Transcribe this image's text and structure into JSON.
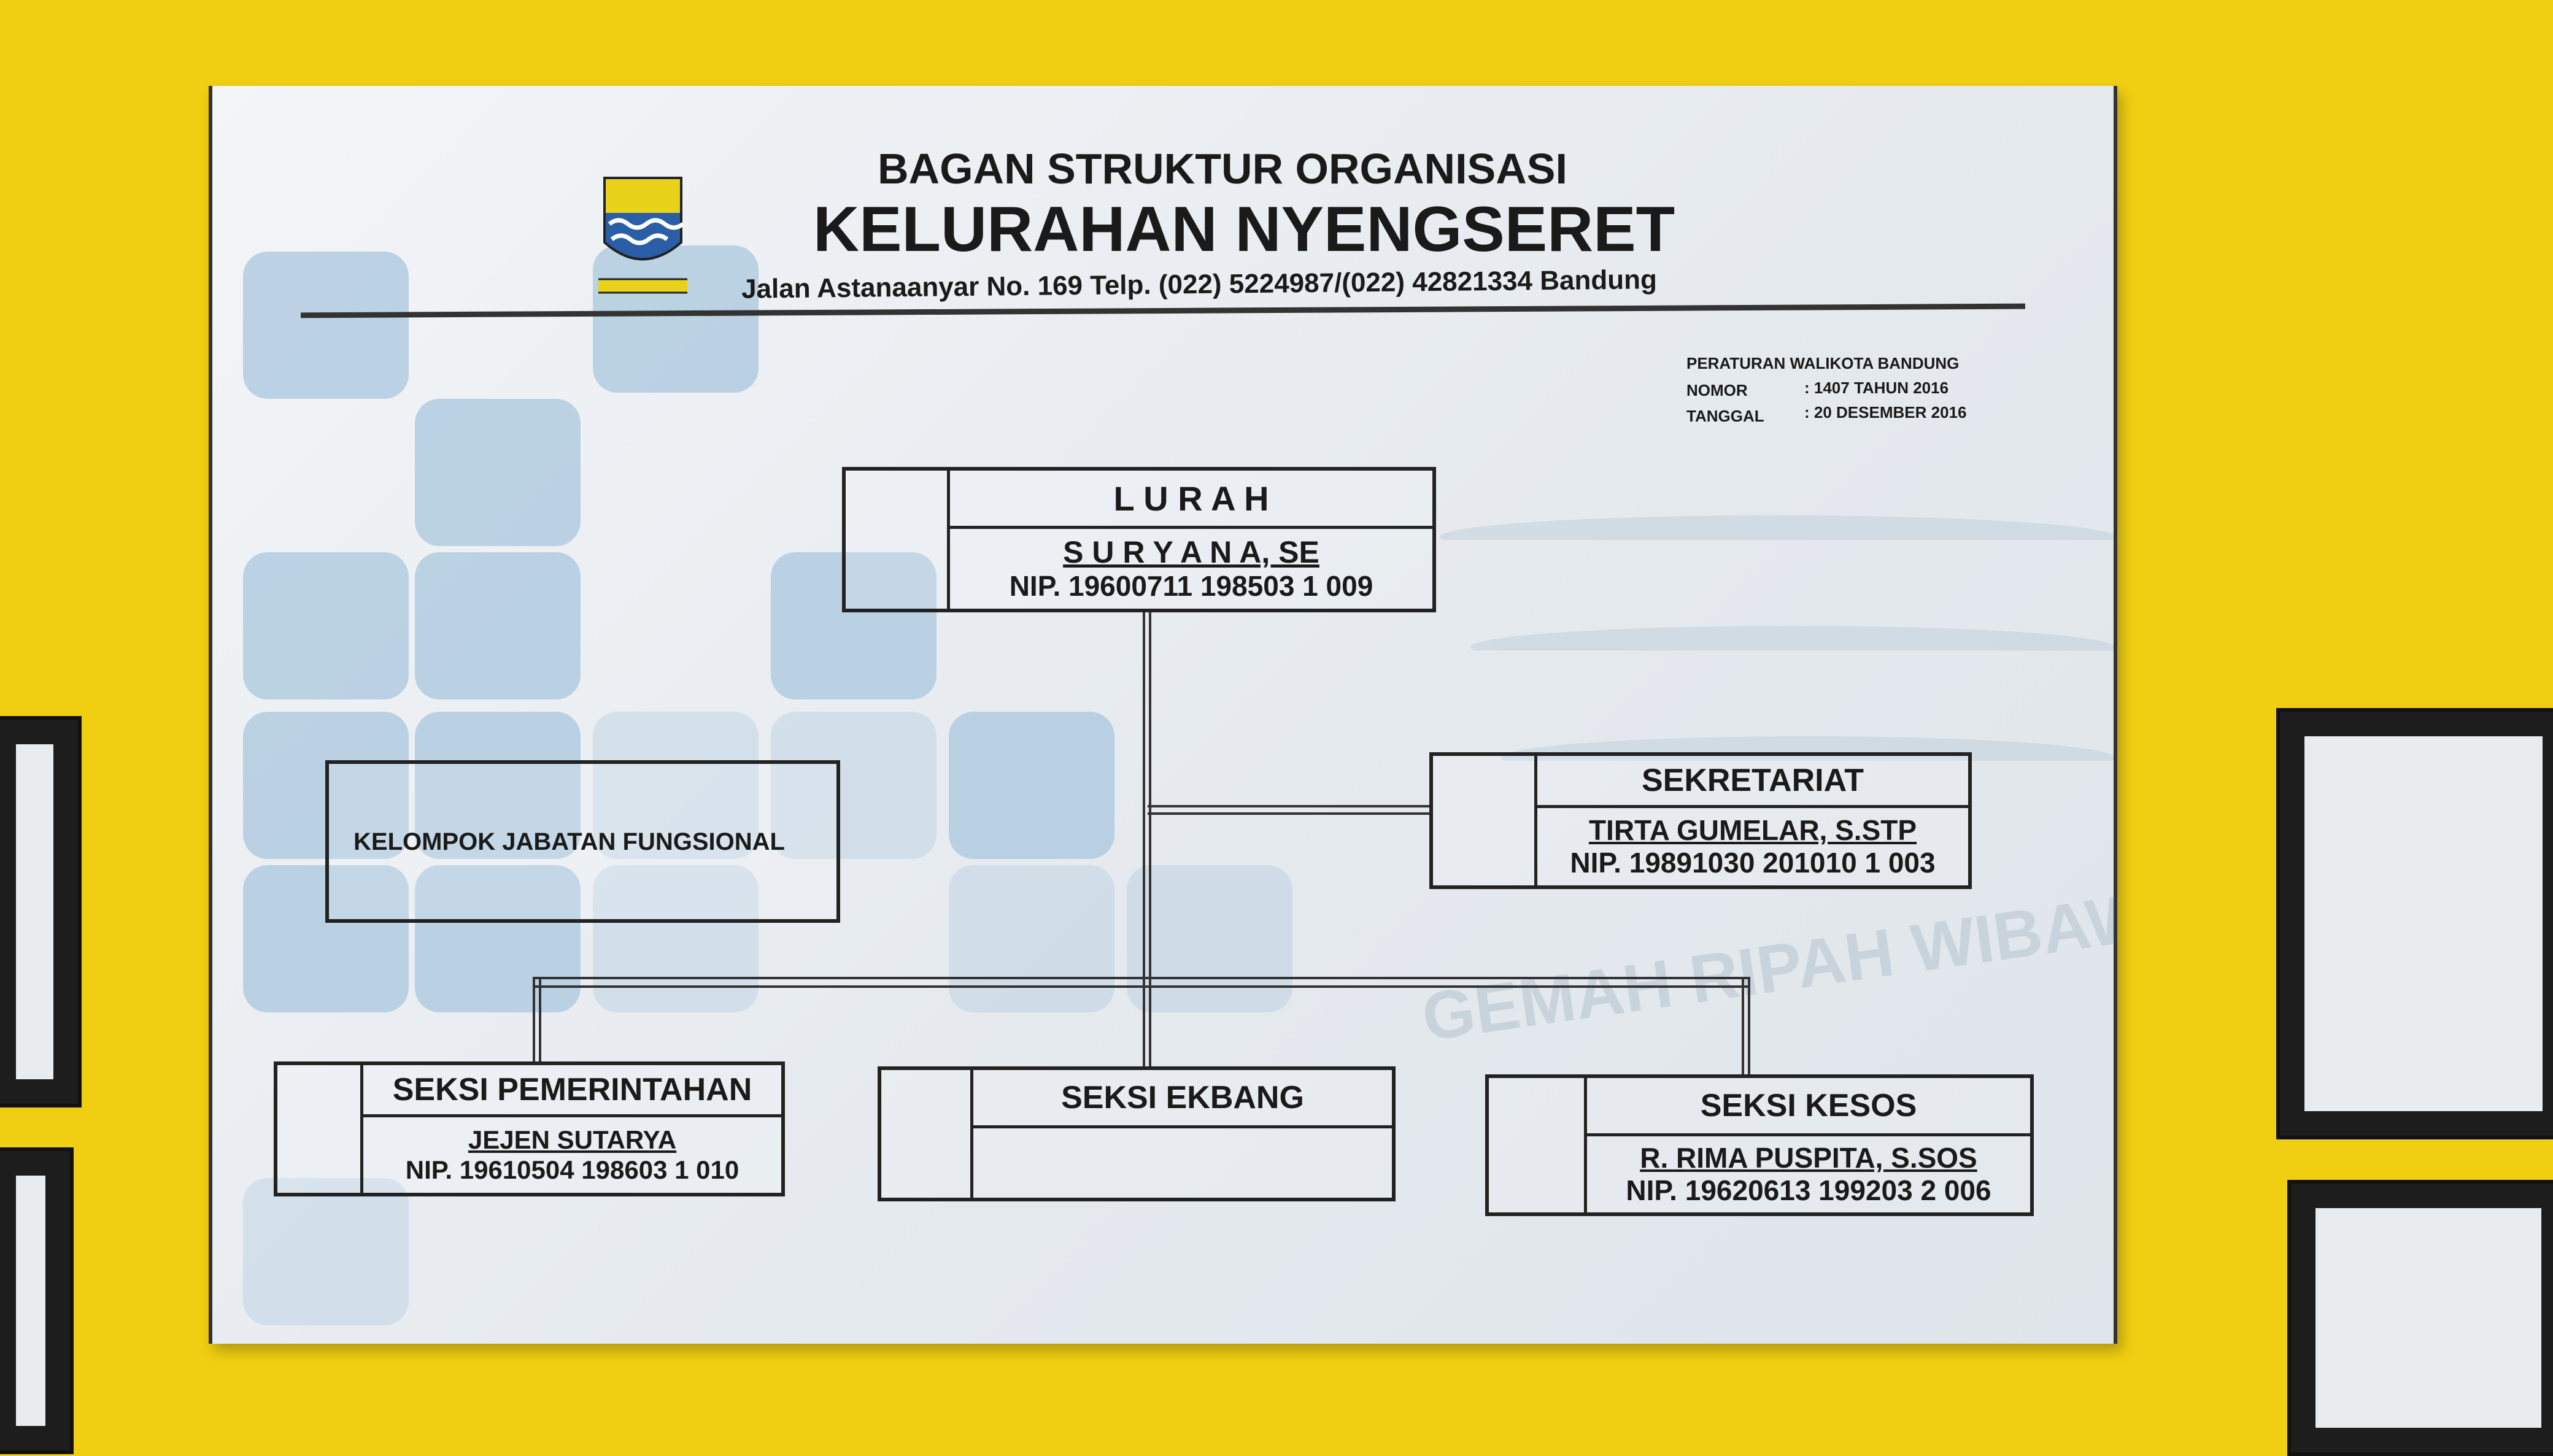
{
  "header": {
    "title": "BAGAN STRUKTUR ORGANISASI",
    "subtitle": "KELURAHAN NYENGSERET",
    "address": "Jalan Astanaanyar No. 169 Telp. (022) 5224987/(022) 42821334 Bandung"
  },
  "regulation": {
    "title": "PERATURAN WALIKOTA BANDUNG",
    "nomor_label": "NOMOR",
    "nomor_value": ": 1407 TAHUN 2016",
    "tanggal_label": "TANGGAL",
    "tanggal_value": ": 20 DESEMBER 2016"
  },
  "org": {
    "lurah": {
      "title": "L U R A H",
      "name": "S U R Y A N A, SE",
      "nip": "NIP. 19600711 198503 1 009"
    },
    "fungsional": {
      "title": "KELOMPOK JABATAN FUNGSIONAL"
    },
    "sekretariat": {
      "title": "SEKRETARIAT",
      "name": "TIRTA GUMELAR, S.STP",
      "nip": "NIP. 19891030 201010 1 003"
    },
    "pemerintahan": {
      "title": "SEKSI PEMERINTAHAN",
      "name": "JEJEN SUTARYA",
      "nip": "NIP. 19610504 198603 1 010"
    },
    "ekbang": {
      "title": "SEKSI EKBANG"
    },
    "kesos": {
      "title": "SEKSI KESOS",
      "name": "R. RIMA PUSPITA, S.SOS",
      "nip": "NIP. 19620613 199203 2 006"
    }
  },
  "watermark": "GEMAH RIPAH WIBAWA MUKTI",
  "colors": {
    "wall": "#f0cf12",
    "tile": "#a9c7de"
  }
}
